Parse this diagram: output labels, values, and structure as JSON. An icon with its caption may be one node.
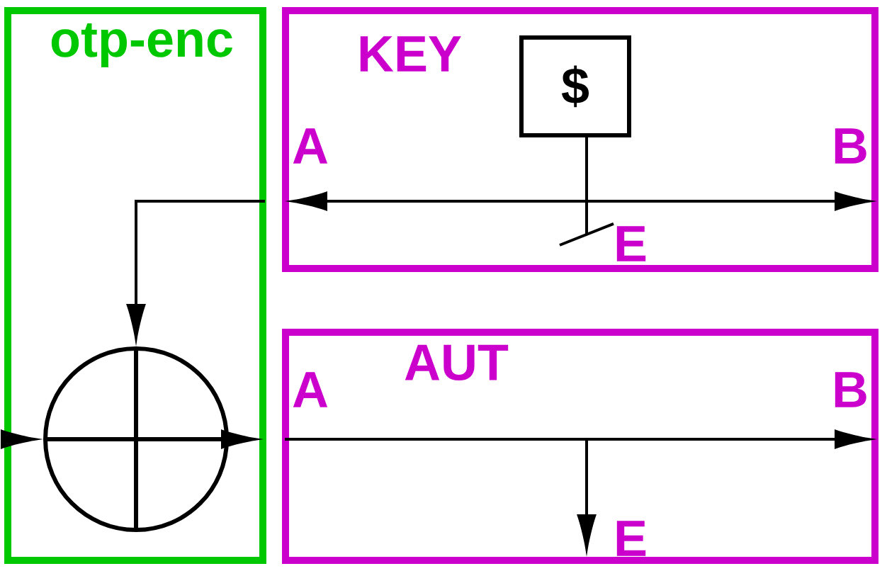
{
  "diagram": {
    "nodes": [
      {
        "text": [
          "otp-enc"
        ]
      },
      {
        "text": [
          "KEY"
        ]
      },
      {
        "text": [
          "$"
        ],
        "in": 1
      },
      {
        "text": [
          "A"
        ],
        "in": 1
      },
      {
        "text": [
          "B"
        ],
        "in": 1
      },
      {
        "text": [
          "E"
        ],
        "in": 1
      },
      {
        "text": [
          "AUT"
        ]
      },
      {
        "text": [
          "A"
        ],
        "in": 6
      },
      {
        "text": [
          "B"
        ],
        "in": 6
      },
      {
        "text": [
          "E"
        ],
        "in": 6
      },
      {
        "text": [],
        "shape": "circle",
        "in": 0
      }
    ],
    "edges": [
      {
        "from": 3,
        "to": 4,
        "arrow": "both"
      },
      {
        "from": 2,
        "to": 5,
        "arrow": "none"
      },
      {
        "from": null,
        "to": 10,
        "arrow": "to"
      },
      {
        "from": null,
        "to": 10,
        "arrow": "to"
      },
      {
        "from": 10,
        "to": null,
        "arrow": "to"
      },
      {
        "from": 7,
        "to": 8,
        "arrow": "to"
      },
      {
        "from": null,
        "to": 9,
        "arrow": "to"
      }
    ]
  }
}
